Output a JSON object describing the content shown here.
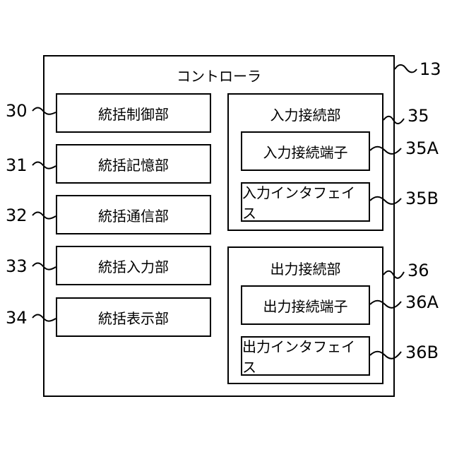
{
  "controller": {
    "title": "コントローラ",
    "ref": "13"
  },
  "left_blocks": [
    {
      "label": "統括制御部",
      "ref": "30"
    },
    {
      "label": "統括記憶部",
      "ref": "31"
    },
    {
      "label": "統括通信部",
      "ref": "32"
    },
    {
      "label": "統括入力部",
      "ref": "33"
    },
    {
      "label": "統括表示部",
      "ref": "34"
    }
  ],
  "input_connection": {
    "title": "入力接続部",
    "ref": "35",
    "terminal": {
      "label": "入力接続端子",
      "ref": "35A"
    },
    "interface": {
      "label": "入力インタフェイス",
      "ref": "35B"
    }
  },
  "output_connection": {
    "title": "出力接続部",
    "ref": "36",
    "terminal": {
      "label": "出力接続端子",
      "ref": "36A"
    },
    "interface": {
      "label": "出力インタフェイス",
      "ref": "36B"
    }
  }
}
